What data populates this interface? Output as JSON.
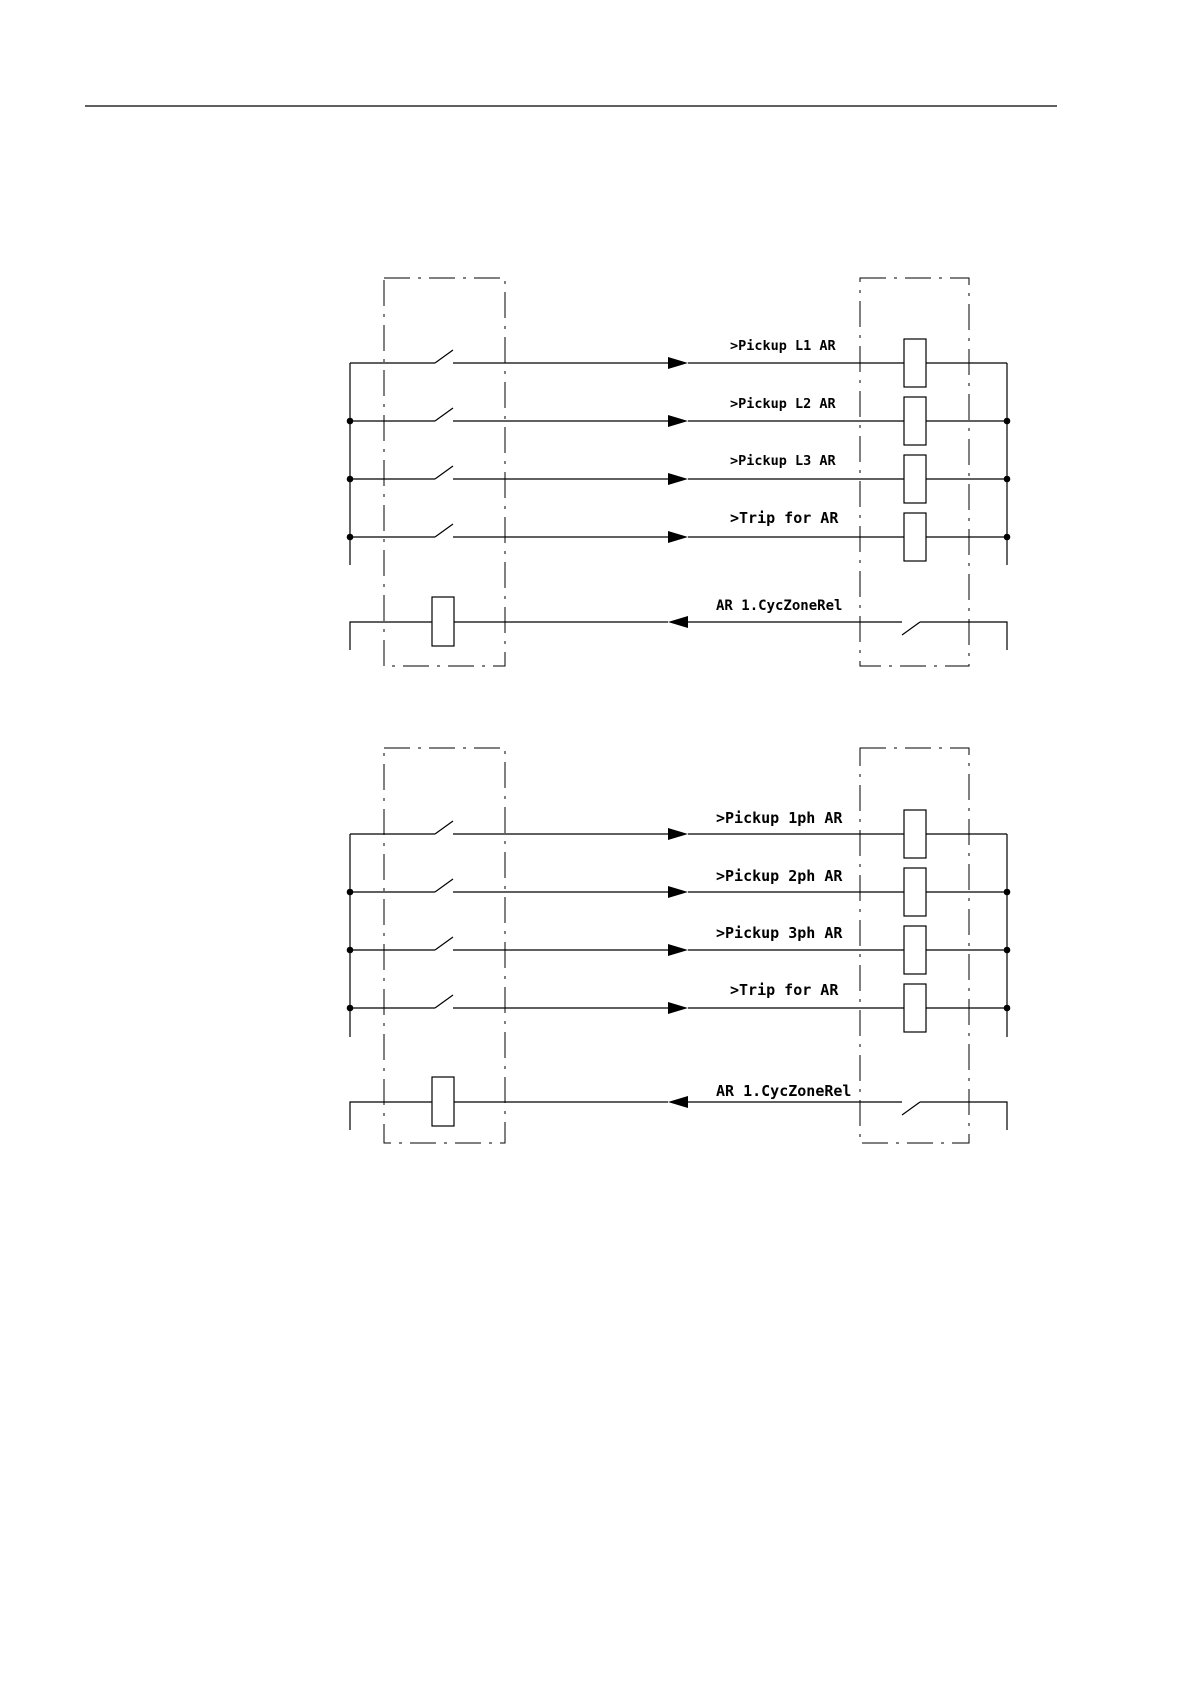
{
  "colors": {
    "line": "#000000",
    "background": "#ffffff"
  },
  "diagrams": [
    {
      "outputs": [
        {
          "label": ">Pickup L1 AR"
        },
        {
          "label": ">Pickup L2 AR"
        },
        {
          "label": ">Pickup L3 AR"
        },
        {
          "label": ">Trip for AR"
        }
      ],
      "feedback": {
        "label": "AR 1.CycZoneRel"
      }
    },
    {
      "outputs": [
        {
          "label": ">Pickup 1ph AR"
        },
        {
          "label": ">Pickup 2ph AR"
        },
        {
          "label": ">Pickup 3ph AR"
        },
        {
          "label": ">Trip for AR"
        }
      ],
      "feedback": {
        "label": "AR 1.CycZoneRel"
      }
    }
  ]
}
